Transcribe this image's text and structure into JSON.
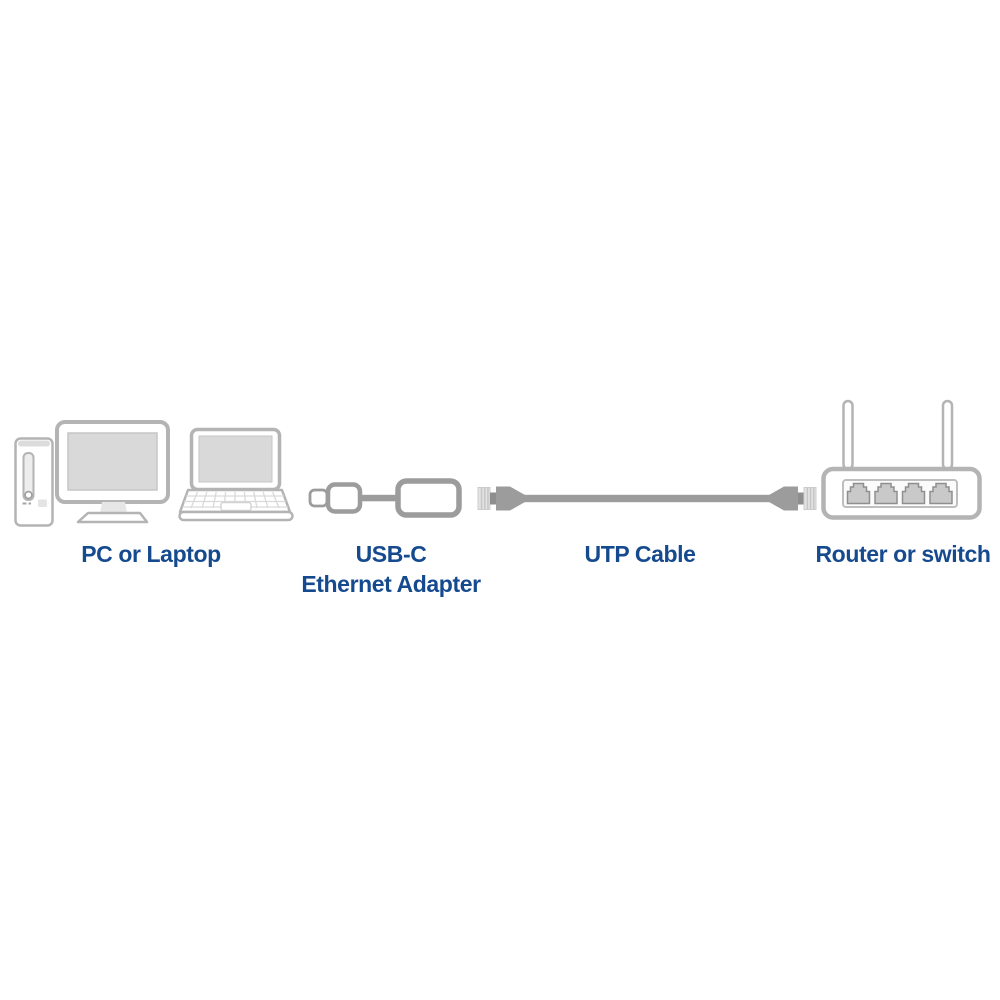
{
  "page": {
    "background": "#ffffff"
  },
  "colors": {
    "label_text": "#164a8f",
    "device_outline": "#b4b4b4",
    "screen_fill": "#d9d9d9",
    "connector_gray": "#9c9c9c",
    "connector_shaft": "#8e8e8e",
    "connector_tip": "#e3e3e3",
    "port_fill": "#c9c9c9",
    "port_outline": "#8f8f8f"
  },
  "nodes": [
    {
      "id": "pc",
      "label_lines": [
        "PC or Laptop"
      ],
      "icons": [
        "desktop-tower",
        "monitor",
        "laptop"
      ]
    },
    {
      "id": "adapter",
      "label_lines": [
        "USB-C",
        "Ethernet Adapter"
      ],
      "icons": [
        "usb-c-ethernet-adapter"
      ]
    },
    {
      "id": "cable",
      "label_lines": [
        "UTP Cable"
      ],
      "icons": [
        "utp-cable"
      ]
    },
    {
      "id": "router",
      "label_lines": [
        "Router or switch"
      ],
      "icons": [
        "router"
      ],
      "port_count": 4,
      "antenna_count": 2
    }
  ]
}
